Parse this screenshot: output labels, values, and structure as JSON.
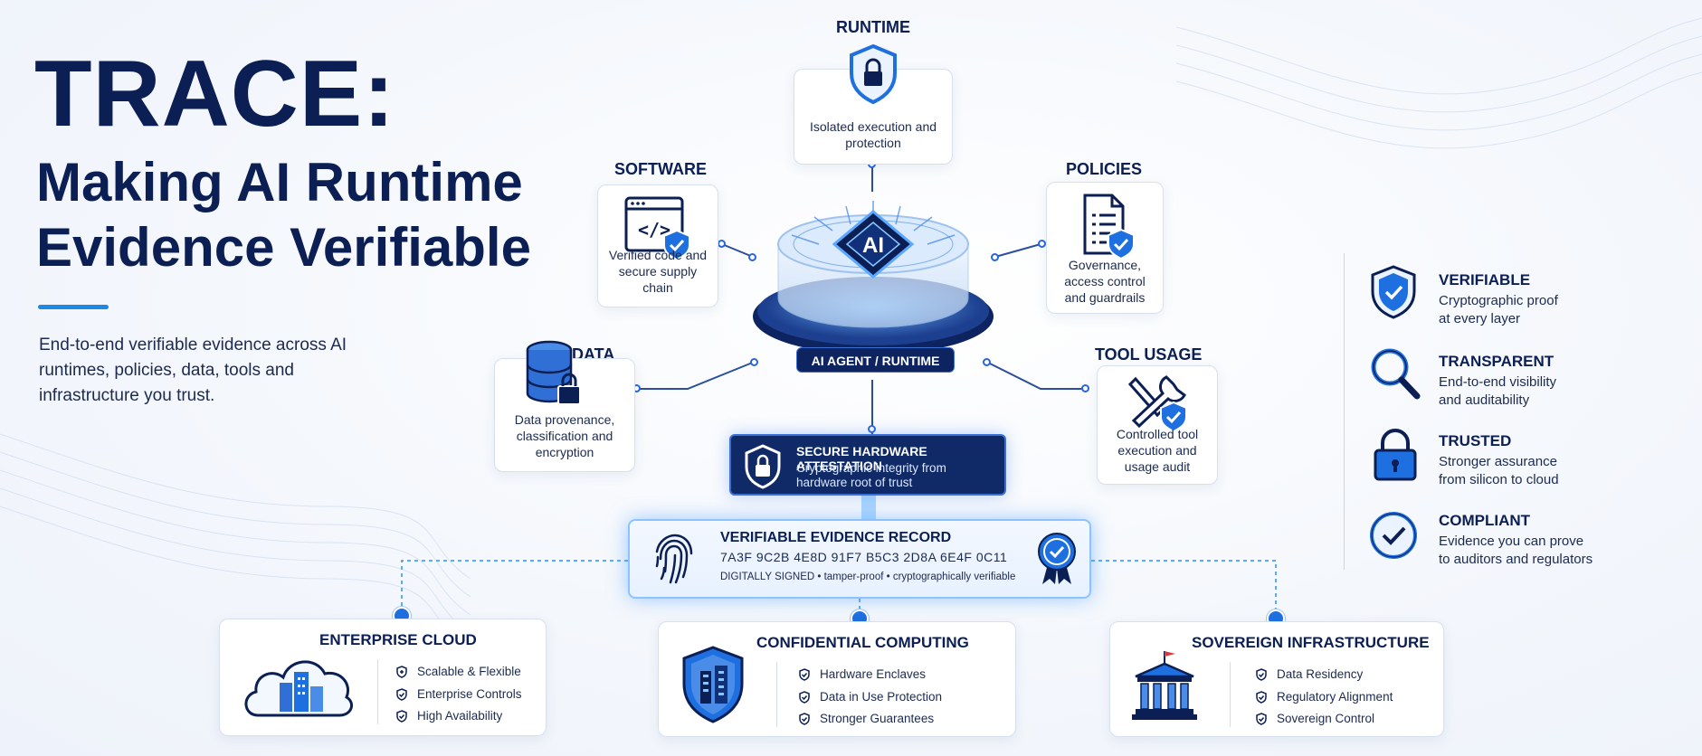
{
  "header": {
    "title": "TRACE:",
    "subtitle_line1": "Making AI Runtime",
    "subtitle_line2": "Evidence Verifiable",
    "description": "End-to-end verifiable evidence across AI runtimes, policies, data, tools and infrastructure you trust."
  },
  "hub": {
    "chip_label": "AI",
    "label": "AI AGENT / RUNTIME"
  },
  "nodes": {
    "runtime": {
      "title": "RUNTIME",
      "caption": "Isolated execution and protection",
      "icon": "lock-shield-icon"
    },
    "software": {
      "title": "SOFTWARE",
      "caption": "Verified code and secure supply chain",
      "icon": "code-window-icon"
    },
    "policies": {
      "title": "POLICIES",
      "caption": "Governance, access control and guardrails",
      "icon": "document-shield-icon"
    },
    "data": {
      "title": "DATA",
      "caption": "Data provenance, classification and encryption",
      "icon": "database-lock-icon"
    },
    "tool_usage": {
      "title": "TOOL USAGE",
      "caption": "Controlled tool execution and usage audit",
      "icon": "tools-icon"
    }
  },
  "attestation": {
    "title": "SECURE HARDWARE ATTESTATION",
    "text": "Cryptographic integrity from hardware root of trust",
    "icon": "lock-shield-icon"
  },
  "evidence_record": {
    "title": "VERIFIABLE EVIDENCE RECORD",
    "hash": "7A3F 9C2B  4E8D 91F7 B5C3 2D8A 6E4F 0C11",
    "note": "DIGITALLY SIGNED • tamper-proof • cryptographically verifiable",
    "icon": "fingerprint-icon",
    "badge_icon": "certified-badge-icon"
  },
  "deployments": [
    {
      "title": "ENTERPRISE CLOUD",
      "icon": "cloud-buildings-icon",
      "features": [
        "Scalable & Flexible",
        "Enterprise Controls",
        "High Availability"
      ]
    },
    {
      "title": "CONFIDENTIAL COMPUTING",
      "icon": "shield-server-icon",
      "features": [
        "Hardware Enclaves",
        "Data in Use Protection",
        "Stronger Guarantees"
      ]
    },
    {
      "title": "SOVEREIGN INFRASTRUCTURE",
      "icon": "government-building-icon",
      "features": [
        "Data Residency",
        "Regulatory Alignment",
        "Sovereign Control"
      ]
    }
  ],
  "properties": [
    {
      "title": "VERIFIABLE",
      "line1": "Cryptographic proof",
      "line2": "at every layer",
      "icon": "shield-check-icon"
    },
    {
      "title": "TRANSPARENT",
      "line1": "End-to-end visibility",
      "line2": "and auditability",
      "icon": "magnifier-icon"
    },
    {
      "title": "TRUSTED",
      "line1": "Stronger assurance",
      "line2": "from silicon to cloud",
      "icon": "padlock-icon"
    },
    {
      "title": "COMPLIANT",
      "line1": "Evidence you can prove",
      "line2": "to auditors and regulators",
      "icon": "check-circle-icon"
    }
  ],
  "colors": {
    "navy": "#0b1f54",
    "accent_blue": "#1e6fe0",
    "glow_blue": "#8cc3ff"
  }
}
